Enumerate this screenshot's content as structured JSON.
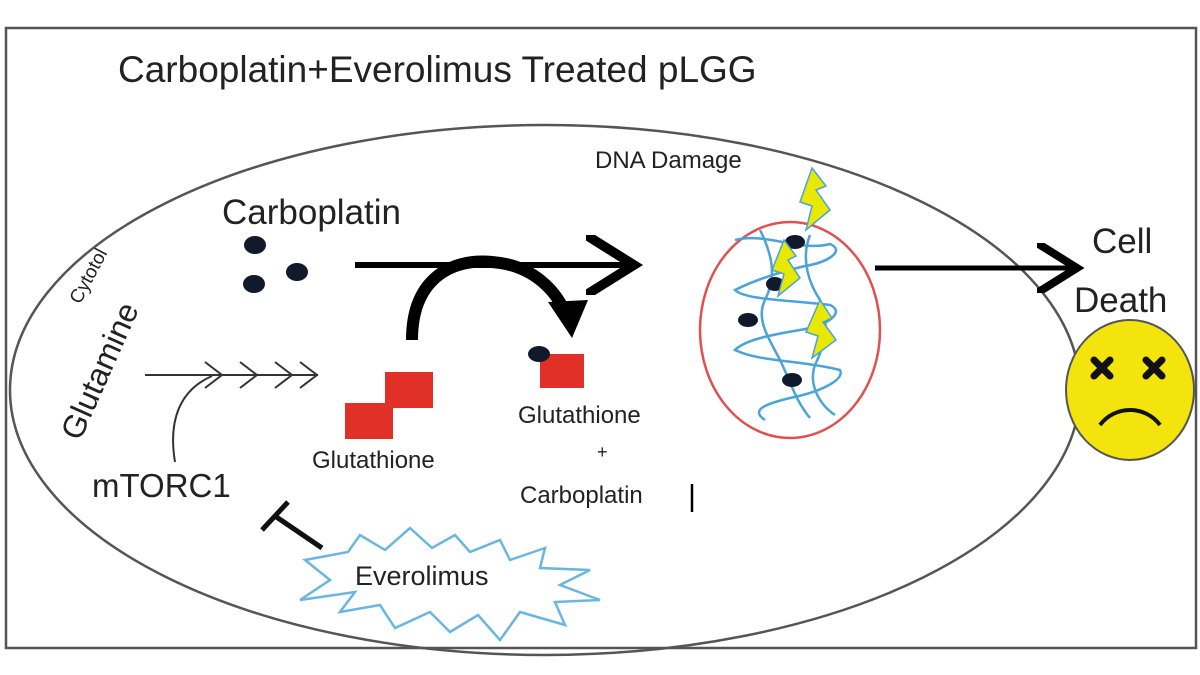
{
  "title": "Carboplatin+Everolimus Treated pLGG",
  "labels": {
    "cytosol": "Cytotol",
    "glutamine": "Glutamine",
    "carboplatin": "Carboplatin",
    "dna_damage": "DNA Damage",
    "cell": "Cell",
    "death": "Death",
    "glutathione_left": "Glutathione",
    "glutathione_right": "Glutathione",
    "plus": "+",
    "carboplatin_bound": "Carboplatin",
    "mtorc1": "mTORC1",
    "everolimus": "Everolimus"
  },
  "colors": {
    "glutathione": "#e03027",
    "nucleus_outline": "#e05050",
    "dna": "#4aa3d9",
    "lightning": "#e8e800",
    "face": "#f2e40c",
    "everolimus_outline": "#6ab6e0",
    "cell_outline": "#555555"
  },
  "icons": {
    "dead_face": "dead-face-icon",
    "lightning": "lightning-bolt-icon"
  }
}
